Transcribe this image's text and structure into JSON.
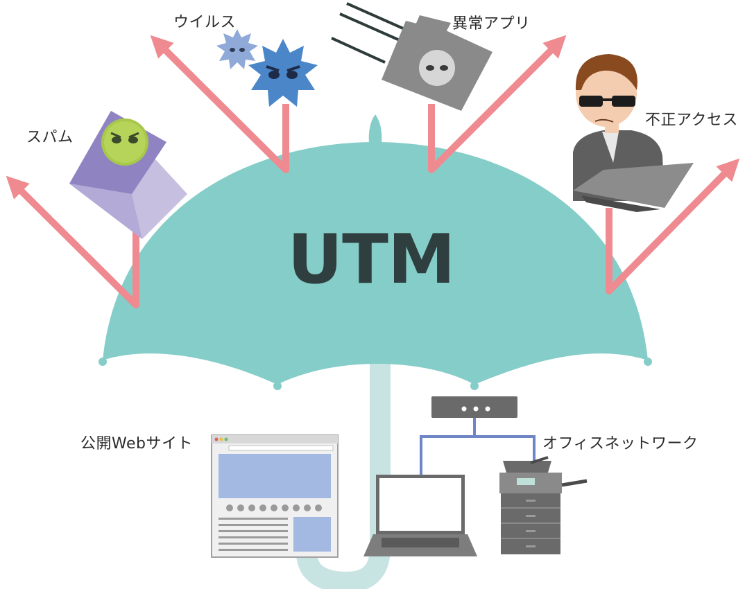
{
  "title": "UTM",
  "threats": [
    {
      "label": "スパム",
      "icon": "spam-envelope-icon"
    },
    {
      "label": "ウイルス",
      "icon": "virus-icon"
    },
    {
      "label": "異常アプリ",
      "icon": "malicious-app-icon"
    },
    {
      "label": "不正アクセス",
      "icon": "hacker-icon"
    }
  ],
  "protected": [
    {
      "label": "公開Webサイト",
      "icon": "website-browser-icon"
    },
    {
      "label": "オフィスネットワーク",
      "icon": "office-network-icon"
    }
  ],
  "colors": {
    "umbrella": "#85cdc8",
    "handle": "#c8e4e2",
    "arrow": "#ee8a90",
    "text": "#2f3f3f",
    "network_line": "#6f86c6"
  }
}
